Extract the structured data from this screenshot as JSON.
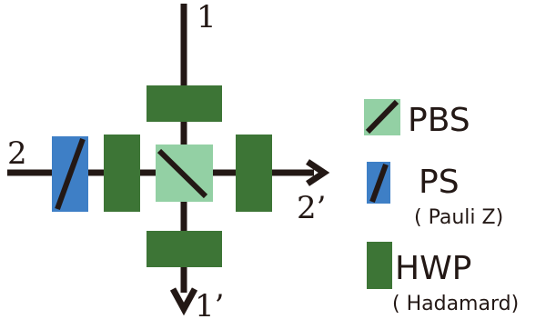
{
  "ports": {
    "top": "1",
    "bottom": "1’",
    "left": "2",
    "right": "2’"
  },
  "legend": {
    "pbs": {
      "label": "PBS",
      "sub": ""
    },
    "ps": {
      "label": "PS",
      "sub": "( Pauli  Z)"
    },
    "hwp": {
      "label": "HWP",
      "sub": "( Hadamard)"
    }
  },
  "colors": {
    "line": "#231815",
    "hwp": "#3d7536",
    "pbs": "#93d0a4",
    "ps": "#3e7fc6"
  }
}
